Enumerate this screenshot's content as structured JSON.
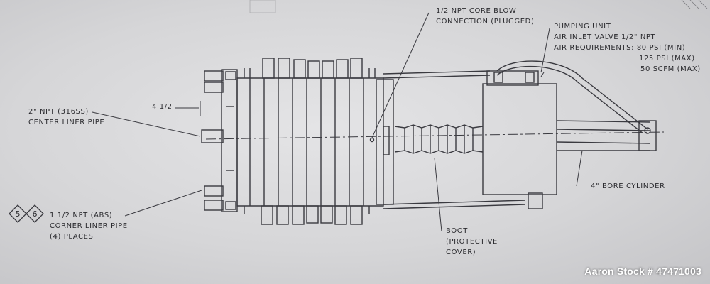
{
  "labels": {
    "core_blow": [
      "1/2 NPT CORE BLOW",
      "CONNECTION (PLUGGED)"
    ],
    "pumping_unit": [
      "PUMPING UNIT",
      "AIR INLET VALVE 1/2\" NPT",
      "AIR REQUIREMENTS: 80  PSI (MIN)",
      "125 PSI (MAX)",
      "50 SCFM (MAX)"
    ],
    "dimension": "4 1/2",
    "center_liner": [
      "2\" NPT (316SS)",
      "CENTER LINER PIPE"
    ],
    "bore_cylinder": "4\" BORE CYLINDER",
    "corner_liner": [
      "1 1/2 NPT (ABS)",
      "CORNER LINER PIPE",
      "(4) PLACES"
    ],
    "boot": [
      "BOOT",
      "(PROTECTIVE",
      "COVER)"
    ]
  },
  "badges": [
    "5",
    "6"
  ],
  "watermark": "Aaron Stock # 47471003",
  "colors": {
    "line": "#3a3a40",
    "paper": "#dcdcde",
    "text": "#2a2a2e"
  }
}
